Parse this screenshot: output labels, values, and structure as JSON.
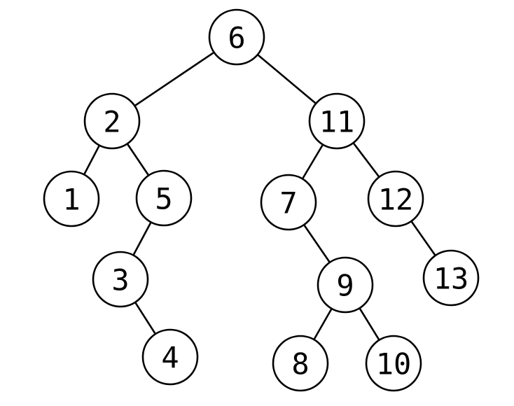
{
  "tree": {
    "nodes": [
      {
        "id": "n6",
        "label": "6"
      },
      {
        "id": "n2",
        "label": "2"
      },
      {
        "id": "n11",
        "label": "11"
      },
      {
        "id": "n1",
        "label": "1"
      },
      {
        "id": "n5",
        "label": "5"
      },
      {
        "id": "n7",
        "label": "7"
      },
      {
        "id": "n12",
        "label": "12"
      },
      {
        "id": "n3",
        "label": "3"
      },
      {
        "id": "n9",
        "label": "9"
      },
      {
        "id": "n13",
        "label": "13"
      },
      {
        "id": "n4",
        "label": "4"
      },
      {
        "id": "n8",
        "label": "8"
      },
      {
        "id": "n10",
        "label": "10"
      }
    ],
    "edges": [
      {
        "from": "n6",
        "to": "n2"
      },
      {
        "from": "n6",
        "to": "n11"
      },
      {
        "from": "n2",
        "to": "n1"
      },
      {
        "from": "n2",
        "to": "n5"
      },
      {
        "from": "n5",
        "to": "n3"
      },
      {
        "from": "n3",
        "to": "n4"
      },
      {
        "from": "n11",
        "to": "n7"
      },
      {
        "from": "n11",
        "to": "n12"
      },
      {
        "from": "n7",
        "to": "n9"
      },
      {
        "from": "n9",
        "to": "n8"
      },
      {
        "from": "n9",
        "to": "n10"
      },
      {
        "from": "n12",
        "to": "n13"
      }
    ]
  }
}
